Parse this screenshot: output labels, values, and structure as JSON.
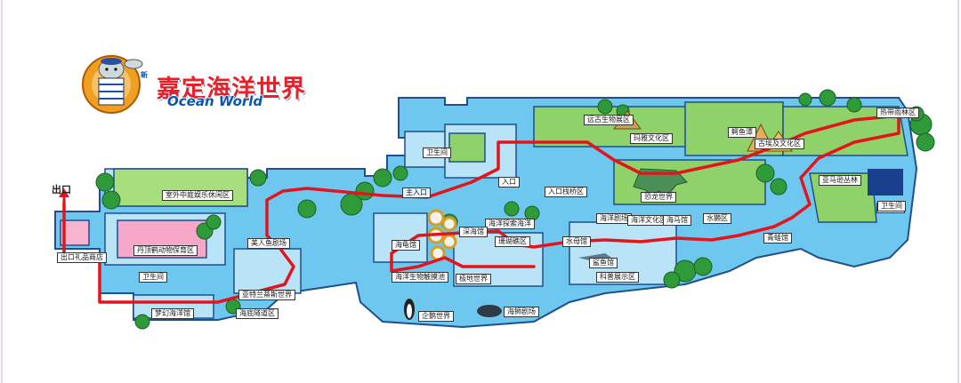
{
  "brand": {
    "title": "嘉定海洋世界",
    "subtitle": "Ocean World",
    "tag": "新"
  },
  "exit_label": "出口",
  "areas": [
    {
      "id": "outdoor",
      "label": "室外中庭娱乐休闲区"
    },
    {
      "id": "toilet1",
      "label": "卫生间"
    },
    {
      "id": "meerkat",
      "label": "丹顶鹤动物保育区"
    },
    {
      "id": "mermaid",
      "label": "美人鱼剧场"
    },
    {
      "id": "giftshop",
      "label": "出口礼品商店"
    },
    {
      "id": "toilet2",
      "label": "卫生间"
    },
    {
      "id": "atlantis",
      "label": "亚特兰蒂斯世界"
    },
    {
      "id": "dream",
      "label": "梦幻海洋馆"
    },
    {
      "id": "seabed",
      "label": "海底隧道区"
    },
    {
      "id": "toilet3",
      "label": "卫生间"
    },
    {
      "id": "entrance",
      "label": "主入口"
    },
    {
      "id": "entry2",
      "label": "入口"
    },
    {
      "id": "seaturtle",
      "label": "海龟馆"
    },
    {
      "id": "tidepool",
      "label": "海洋探索海洋"
    },
    {
      "id": "entrypier",
      "label": "入口栈桥区"
    },
    {
      "id": "touch",
      "label": "海洋生物触摸池"
    },
    {
      "id": "deepsea",
      "label": "深海馆"
    },
    {
      "id": "coral",
      "label": "珊瑚礁区"
    },
    {
      "id": "shark",
      "label": "鲨鱼馆"
    },
    {
      "id": "polar",
      "label": "极地世界"
    },
    {
      "id": "penguin",
      "label": "企鹅世界"
    },
    {
      "id": "sealion",
      "label": "海狮剧场"
    },
    {
      "id": "mayan",
      "label": "玛雅文化区"
    },
    {
      "id": "ancient",
      "label": "远古生物展区"
    },
    {
      "id": "egypt",
      "label": "古埃及文化区"
    },
    {
      "id": "dino",
      "label": "恐龙世界"
    },
    {
      "id": "crocodile",
      "label": "鳄鱼潭"
    },
    {
      "id": "jungle",
      "label": "热带雨林区"
    },
    {
      "id": "toilet4",
      "label": "卫生间"
    },
    {
      "id": "amazon",
      "label": "亚马逊丛林"
    },
    {
      "id": "oceantheater",
      "label": "海洋剧场"
    },
    {
      "id": "jellyfish",
      "label": "水母馆"
    },
    {
      "id": "oceanculture",
      "label": "海洋文化区"
    },
    {
      "id": "seahorse",
      "label": "海马馆"
    },
    {
      "id": "otter",
      "label": "水獭区"
    },
    {
      "id": "frog",
      "label": "青蛙馆"
    },
    {
      "id": "exhibit",
      "label": "科普展示区"
    }
  ]
}
